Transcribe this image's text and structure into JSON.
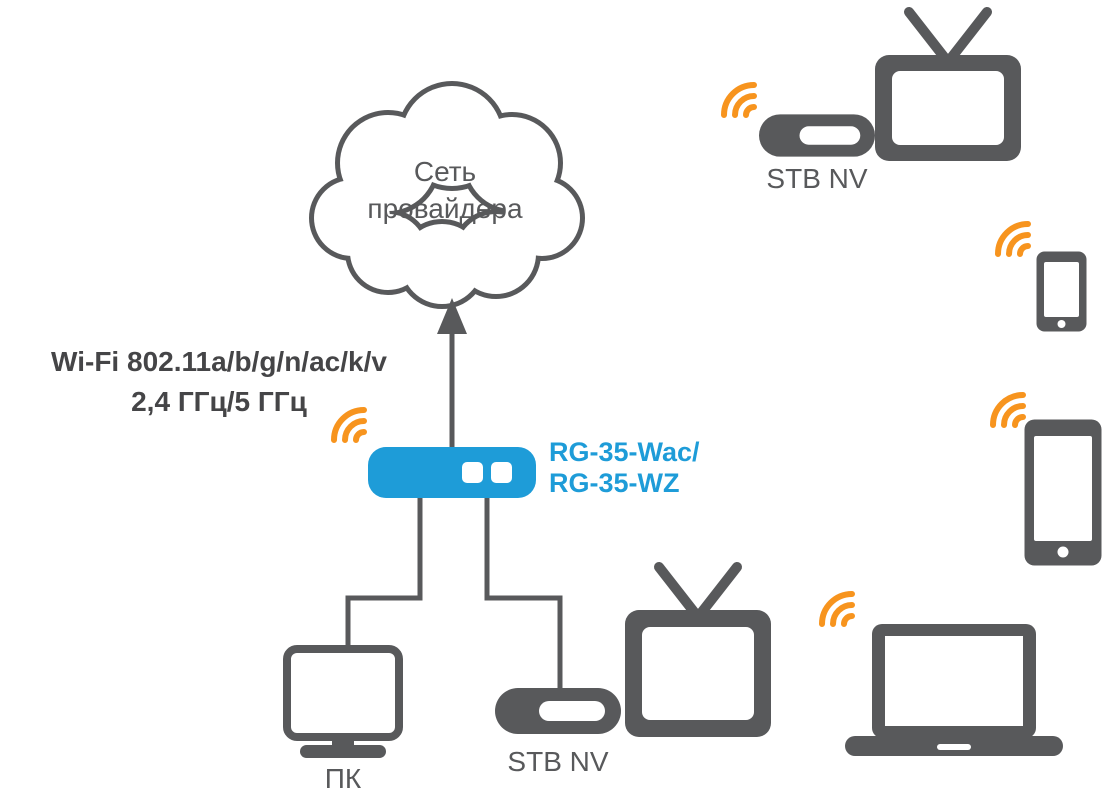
{
  "colors": {
    "device_gray": "#58595b",
    "accent_blue": "#1e9cd8",
    "wifi_orange": "#f7941e",
    "text_dark": "#454547"
  },
  "cloud": {
    "line1": "Сеть",
    "line2": "провайдера"
  },
  "wifi_spec": {
    "line1": "Wi-Fi 802.11a/b/g/n/ac/k/v",
    "line2": "2,4 ГГц/5 ГГц"
  },
  "router": {
    "model_line1": "RG-35-Wac/",
    "model_line2": "RG-35-WZ"
  },
  "devices": {
    "pc": {
      "label": "ПК"
    },
    "stb_bottom": {
      "label": "STB NV"
    },
    "stb_top": {
      "label": "STB NV"
    }
  },
  "icons": {
    "wifi": "wifi-signal-icon"
  }
}
